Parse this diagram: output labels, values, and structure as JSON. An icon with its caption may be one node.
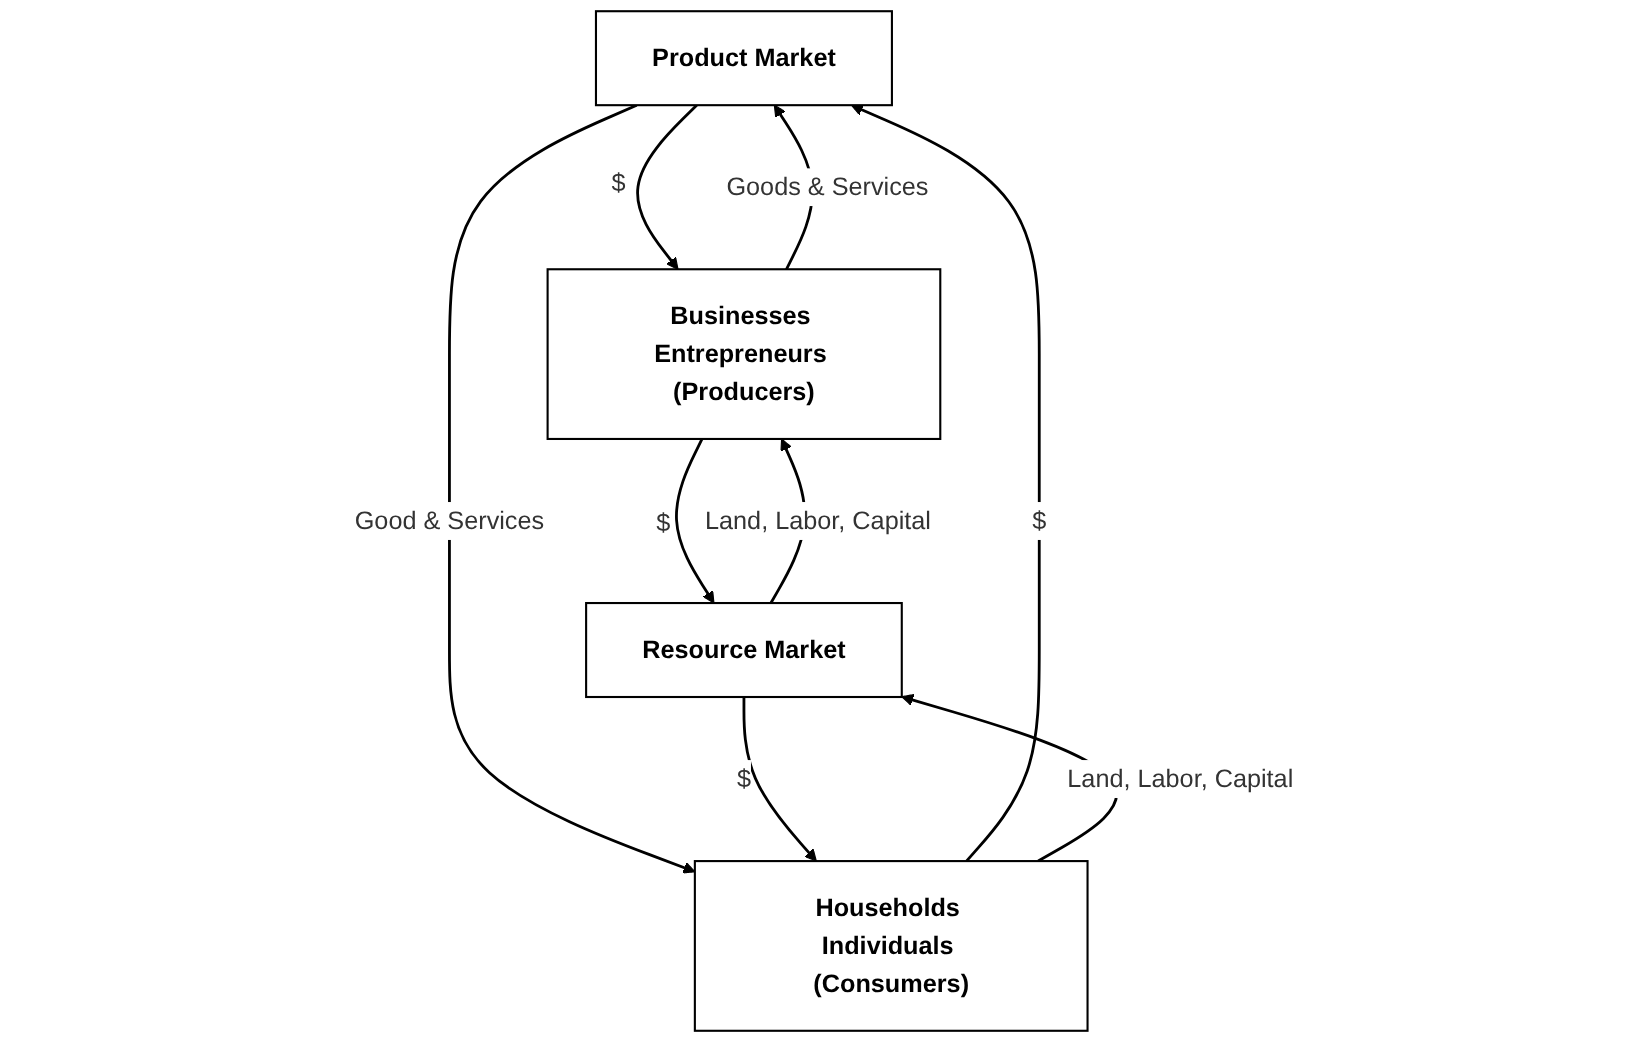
{
  "diagram": {
    "nodes": [
      {
        "text": [
          "Product Market"
        ]
      },
      {
        "text": [
          "Businesses Entrepreneurs (Producers)"
        ]
      },
      {
        "text": [
          "Households Individuals (Consumers)"
        ]
      },
      {
        "text": [
          "Resource Market"
        ]
      }
    ],
    "edges": [
      {
        "from": 1,
        "to": 0,
        "arrow": "to",
        "label": "Goods & Services"
      },
      {
        "from": 0,
        "to": 1,
        "arrow": "to",
        "label": "$"
      },
      {
        "from": 0,
        "to": 2,
        "arrow": "to",
        "label": "Good & Services"
      },
      {
        "from": 2,
        "to": 0,
        "arrow": "to",
        "label": "$"
      },
      {
        "from": 1,
        "to": 3,
        "arrow": "to",
        "label": "$"
      },
      {
        "from": 3,
        "to": 2,
        "arrow": "to",
        "label": "$"
      },
      {
        "from": 2,
        "to": 3,
        "arrow": "to",
        "label": "Land, Labor, Capital"
      },
      {
        "from": 3,
        "to": 1,
        "arrow": "to",
        "label": "Land, Labor, Capital"
      }
    ]
  }
}
